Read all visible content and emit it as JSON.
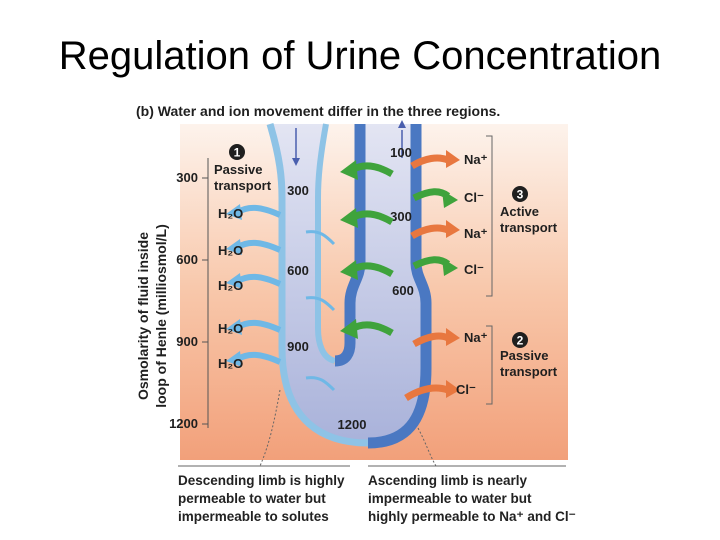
{
  "slide_title": "Regulation of Urine Concentration",
  "panel_heading": "(b) Water and ion movement differ in the three regions.",
  "y_axis_label_line1": "Osmolarity of fluid inside",
  "y_axis_label_line2": "loop of Henle (milliosmol/L)",
  "y_ticks": [
    "300",
    "600",
    "900",
    "1200"
  ],
  "step1": {
    "number": "1",
    "line1": "Passive",
    "line2": "transport"
  },
  "step2": {
    "number": "2",
    "line1": "Passive",
    "line2": "transport"
  },
  "step3": {
    "number": "3",
    "line1": "Active",
    "line2": "transport"
  },
  "descending_values": [
    "300",
    "600",
    "900"
  ],
  "bottom_value": "1200",
  "ascending_values": [
    "100",
    "300",
    "600"
  ],
  "water_labels": [
    "H₂O",
    "H₂O",
    "H₂O",
    "H₂O",
    "H₂O"
  ],
  "ion_labels": [
    "Na⁺",
    "Cl⁻",
    "Na⁺",
    "Cl⁻",
    "Na⁺",
    "Cl⁻"
  ],
  "caption_descending": "Descending limb is highly\npermeable to water but\nimpermeable to solutes",
  "caption_ascending": "Ascending limb is nearly\nimpermeable to water but\nhighly permeable to Na⁺ and Cl⁻",
  "colors": {
    "background_top": "#fdf0e8",
    "background_bottom": "#f3a27c",
    "descending_fill": "#c9cfea",
    "descending_wall": "#8ec3e6",
    "ascending_wall": "#4a78c2",
    "water_arrow": "#6fb8e6",
    "ion_arrow": "#e8773f",
    "green_arrow": "#3fa33c"
  }
}
